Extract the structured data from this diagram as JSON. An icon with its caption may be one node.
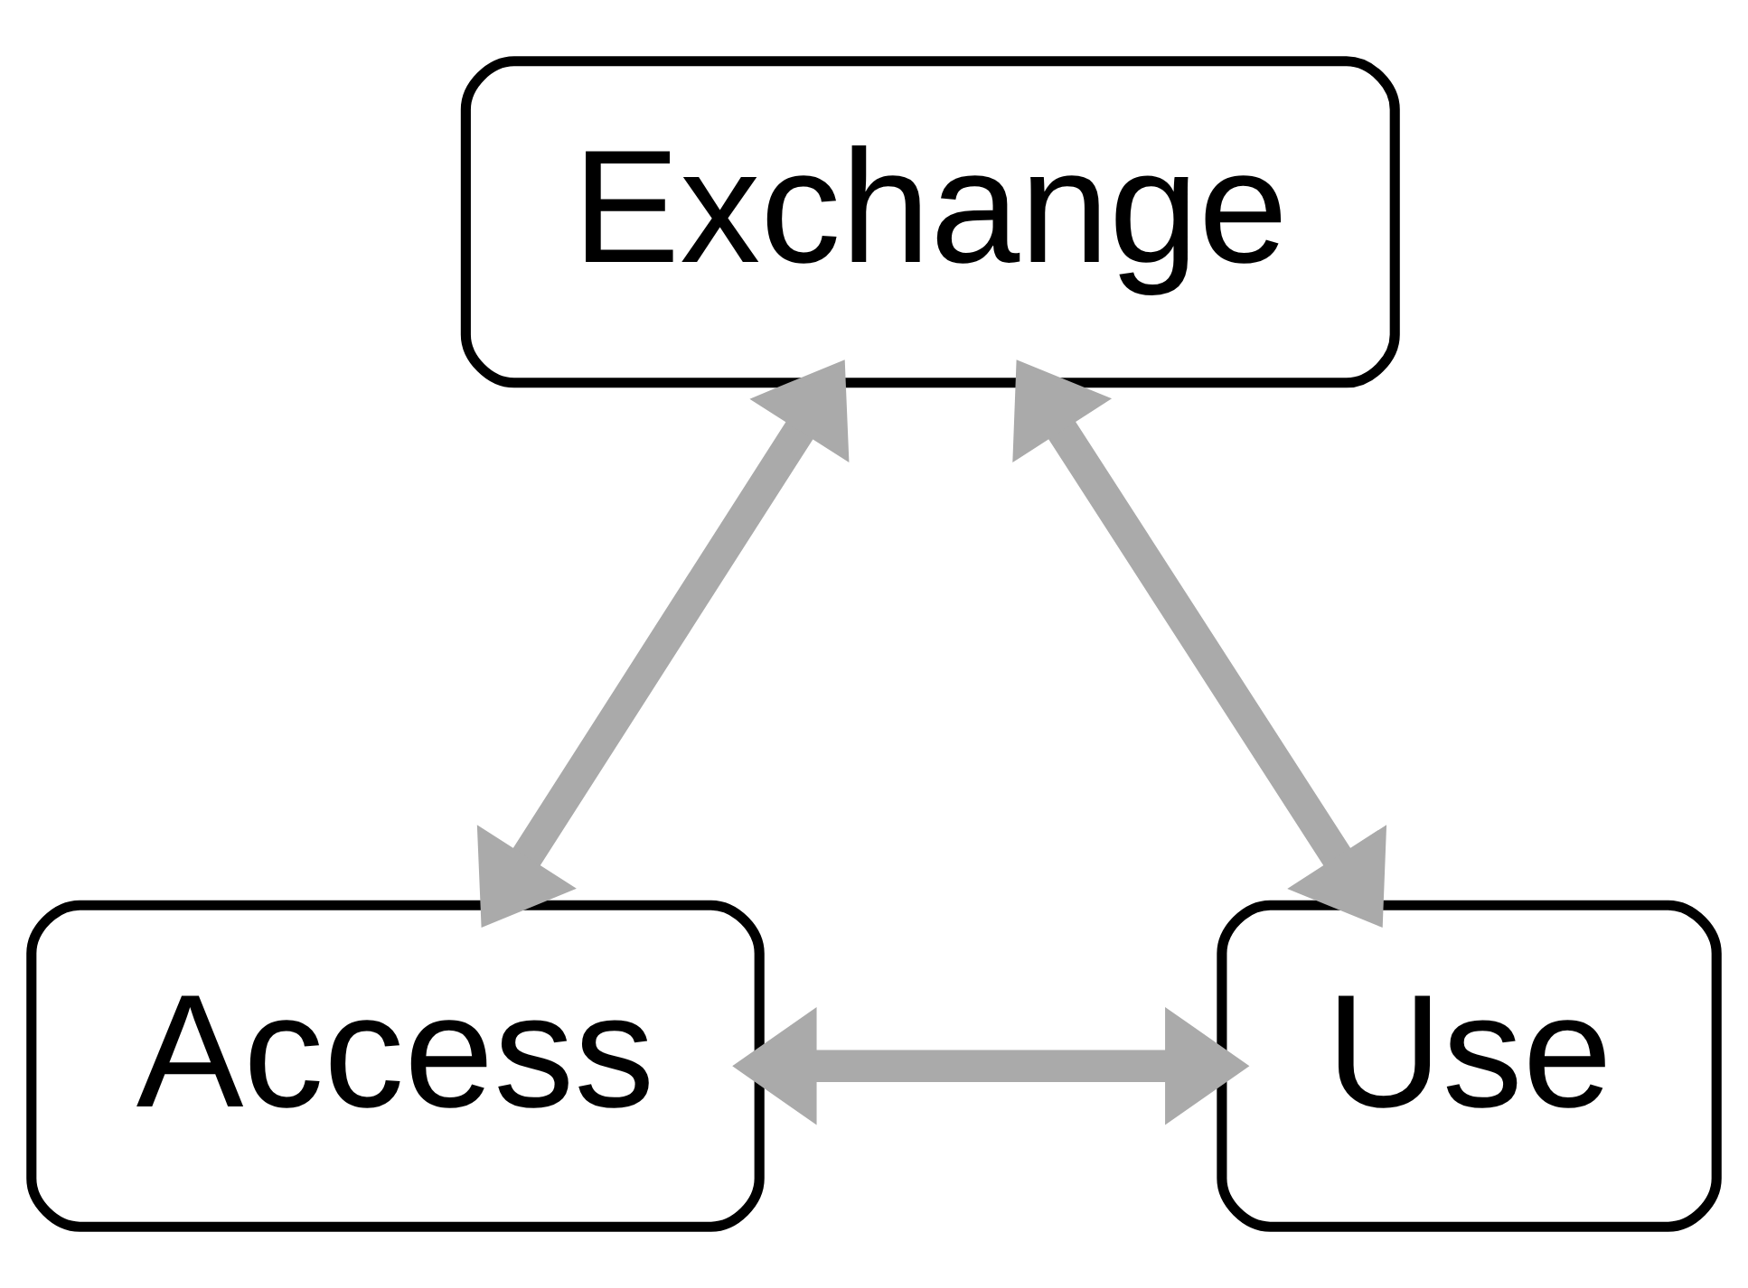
{
  "diagram": {
    "nodes": [
      {
        "text": [
          "Exchange"
        ]
      },
      {
        "text": [
          "Access"
        ]
      },
      {
        "text": [
          "Use"
        ]
      }
    ],
    "edges": [
      {
        "from": 0,
        "to": 1,
        "arrow": "both"
      },
      {
        "from": 0,
        "to": 2,
        "arrow": "both"
      },
      {
        "from": 1,
        "to": 2,
        "arrow": "both"
      }
    ]
  }
}
